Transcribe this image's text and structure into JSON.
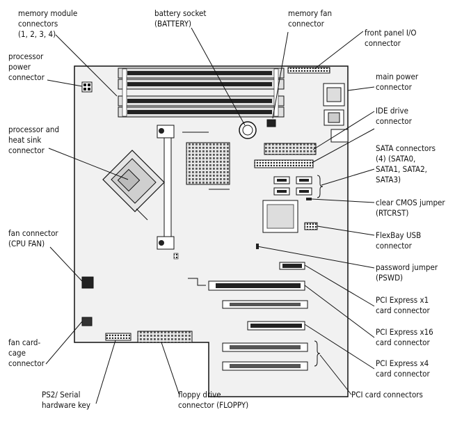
{
  "labels": {
    "memory_module": [
      "memory module",
      "connectors",
      "(1, 2, 3, 4)"
    ],
    "battery_socket": [
      "battery socket",
      "(BATTERY)"
    ],
    "memory_fan": [
      "memory fan",
      "connector"
    ],
    "front_panel_io": [
      "front panel I/O",
      "connector"
    ],
    "processor_power": [
      "processor",
      "power",
      "connector"
    ],
    "main_power": [
      "main power",
      "connector"
    ],
    "processor_heat_sink": [
      "processor and",
      "heat sink",
      "connector"
    ],
    "ide_drive": [
      "IDE drive",
      "connector"
    ],
    "sata": [
      "SATA connectors",
      "(4) (SATA0,",
      "SATA1, SATA2,",
      "SATA3)"
    ],
    "clear_cmos": [
      "clear CMOS jumper",
      "(RTCRST)"
    ],
    "flexbay_usb": [
      "FlexBay USB",
      "connector"
    ],
    "cpu_fan": [
      "fan connector",
      "(CPU FAN)"
    ],
    "password_jumper": [
      "password jumper",
      "(PSWD)"
    ],
    "pcie_x1": [
      "PCI Express x1",
      "card connector"
    ],
    "pcie_x16": [
      "PCI Express x16",
      "card connector"
    ],
    "fan_card_cage": [
      "fan card-",
      "cage",
      "connector"
    ],
    "pcie_x4": [
      "PCI Express x4",
      "card connector"
    ],
    "pci_card": [
      "PCI card connectors"
    ],
    "ps2_serial": [
      "PS2/ Serial",
      "hardware key"
    ],
    "floppy": [
      "floppy drive",
      "connector (FLOPPY)"
    ]
  }
}
